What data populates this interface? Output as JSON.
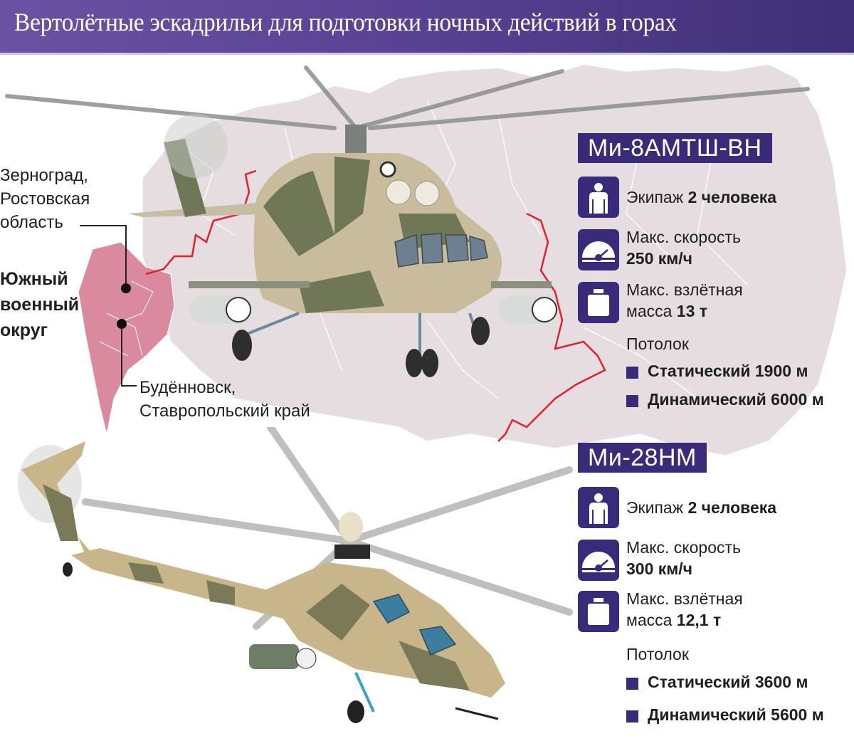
{
  "header": {
    "title": "Вертолётные эскадрильи для подготовки ночных действий в горах"
  },
  "colors": {
    "accent": "#3a2a7a",
    "header_gradient_start": "#6b52a3",
    "header_gradient_end": "#3f2f78",
    "map_fill": "#e6dde0",
    "district_fill": "#d98a9e",
    "border_line": "#e0202a"
  },
  "map": {
    "district_label": [
      "Южный",
      "военный",
      "округ"
    ],
    "locations": [
      {
        "name": "Зерноград,",
        "region": [
          "Ростовская",
          "область"
        ]
      },
      {
        "name": "Будённовск,",
        "region": [
          "Ставропольский край"
        ]
      }
    ]
  },
  "aircraft": [
    {
      "model": "Ми-8АМТШ-ВН",
      "crew": {
        "label": "Экипаж",
        "value": "2 человека",
        "icon": "person-icon"
      },
      "speed": {
        "label": "Макс. скорость",
        "value": "250 км/ч",
        "icon": "speedometer-icon"
      },
      "mass": {
        "label_line1": "Макс. взлётная",
        "label_line2": "масса",
        "value": "13 т",
        "icon": "weight-icon"
      },
      "ceiling": {
        "label": "Потолок",
        "static": "Статический 1900 м",
        "dynamic": "Динамический 6000 м"
      }
    },
    {
      "model": "Ми-28НМ",
      "crew": {
        "label": "Экипаж",
        "value": "2 человека",
        "icon": "person-icon"
      },
      "speed": {
        "label": "Макс. скорость",
        "value": "300 км/ч",
        "icon": "speedometer-icon"
      },
      "mass": {
        "label_line1": "Макс. взлётная",
        "label_line2": "масса",
        "value": "12,1 т",
        "icon": "weight-icon"
      },
      "ceiling": {
        "label": "Потолок",
        "static": "Статический 3600 м",
        "dynamic": "Динамический 5600 м"
      }
    }
  ]
}
